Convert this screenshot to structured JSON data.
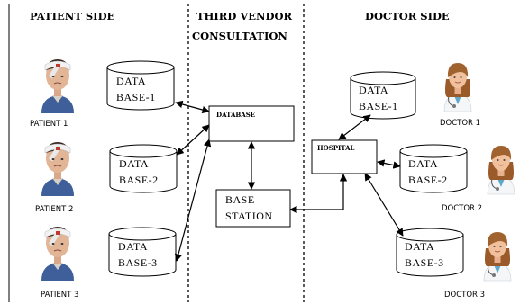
{
  "headers": {
    "patient_side": "PATIENT SIDE",
    "third_vendor_line1": "THIRD VENDOR",
    "third_vendor_line2": "CONSULTATION",
    "doctor_side": "DOCTOR SIDE"
  },
  "patients": [
    {
      "label": "PATIENT 1",
      "db_line1": "DATA",
      "db_line2": "BASE-1"
    },
    {
      "label": "PATIENT 2",
      "db_line1": "DATA",
      "db_line2": "BASE-2"
    },
    {
      "label": "PATIENT 3",
      "db_line1": "DATA",
      "db_line2": "BASE-3"
    }
  ],
  "doctors": [
    {
      "label": "DOCTOR 1",
      "db_line1": "DATA",
      "db_line2": "BASE-1"
    },
    {
      "label": "DOCTOR 2",
      "db_line1": "DATA",
      "db_line2": "BASE-2"
    },
    {
      "label": "DOCTOR 3",
      "db_line1": "DATA",
      "db_line2": "BASE-3"
    }
  ],
  "nodes": {
    "database": "DATABASE",
    "base_station_line1": "BASE",
    "base_station_line2": "STATION",
    "hospital": "HOSPITAL"
  }
}
